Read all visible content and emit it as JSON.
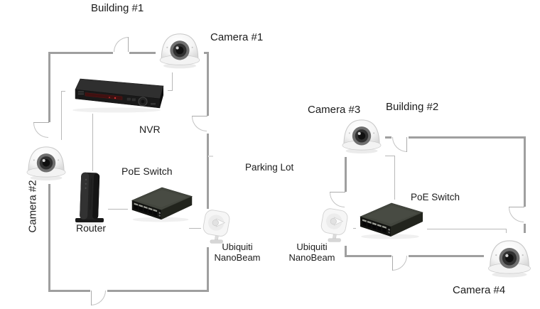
{
  "colors": {
    "background": "#ffffff",
    "wall": "#9f9f9f",
    "door_arc": "#c2c2c2",
    "cable_line": "#b8b8b8",
    "text": "#1c1c1c"
  },
  "building1": {
    "name": "Building #1",
    "camera1_label": "Camera #1",
    "camera2_label": "Camera #2",
    "nvr_label": "NVR",
    "poe_switch_label": "PoE Switch",
    "router_label": "Router",
    "nanobeam_label_line1": "Ubiquiti",
    "nanobeam_label_line2": "NanoBeam"
  },
  "outdoor": {
    "parking_lot_label": "Parking Lot"
  },
  "building2": {
    "name": "Building #2",
    "camera3_label": "Camera #3",
    "camera4_label": "Camera #4",
    "poe_switch_label": "PoE Switch",
    "nanobeam_label_line1": "Ubiquiti",
    "nanobeam_label_line2": "NanoBeam"
  },
  "nodes": [
    {
      "type": "dome-camera",
      "label": "Camera #1",
      "location": "Building #1"
    },
    {
      "type": "dome-camera",
      "label": "Camera #2",
      "location": "Building #1"
    },
    {
      "type": "nvr",
      "label": "NVR",
      "location": "Building #1"
    },
    {
      "type": "router",
      "label": "Router",
      "location": "Building #1"
    },
    {
      "type": "poe-switch",
      "label": "PoE Switch",
      "location": "Building #1"
    },
    {
      "type": "wireless-bridge",
      "label": "Ubiquiti NanoBeam",
      "location": "Building #1"
    },
    {
      "type": "wireless-bridge",
      "label": "Ubiquiti NanoBeam",
      "location": "Building #2"
    },
    {
      "type": "dome-camera",
      "label": "Camera #3",
      "location": "Building #2"
    },
    {
      "type": "poe-switch",
      "label": "PoE Switch",
      "location": "Building #2"
    },
    {
      "type": "dome-camera",
      "label": "Camera #4",
      "location": "Building #2"
    }
  ]
}
